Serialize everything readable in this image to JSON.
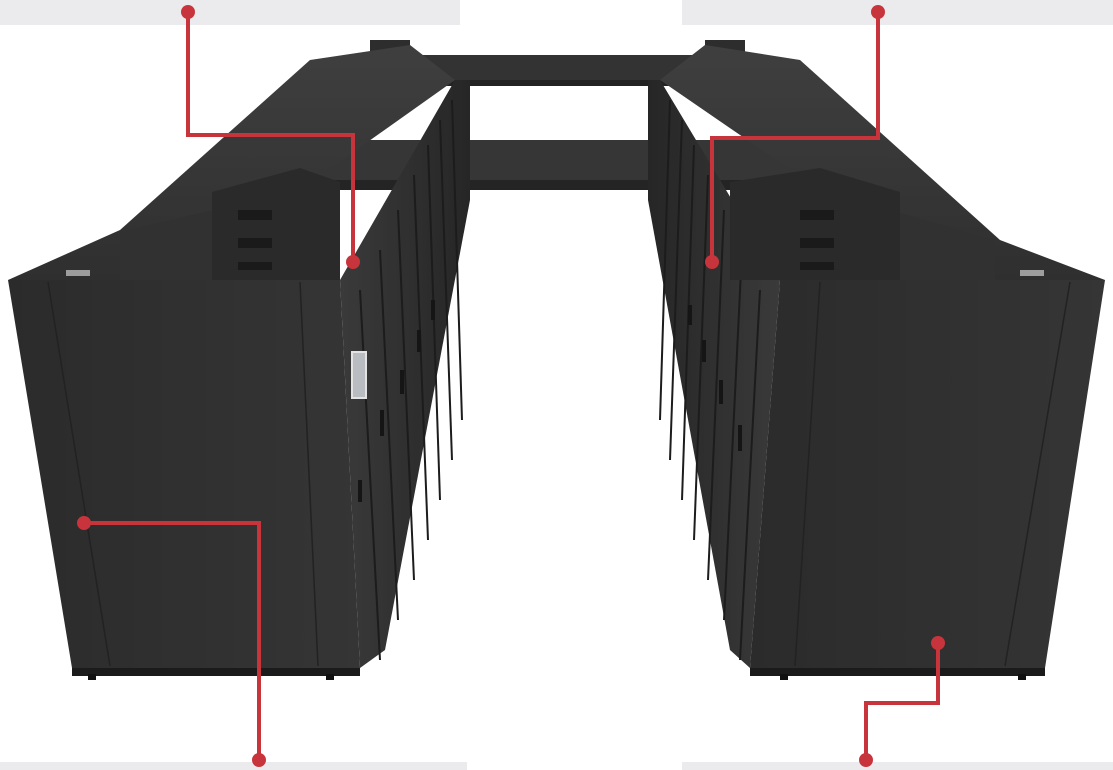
{
  "image": {
    "subject": "aisle-containment-data-center-racks",
    "accent_color": "#c8343b",
    "rack_color": "#2e2e2e",
    "callout_box_color": "#ebebed"
  },
  "callouts": [
    {
      "id": "top-left",
      "label": ""
    },
    {
      "id": "top-right",
      "label": ""
    },
    {
      "id": "bottom-left",
      "label": ""
    },
    {
      "id": "bottom-right",
      "label": ""
    }
  ]
}
